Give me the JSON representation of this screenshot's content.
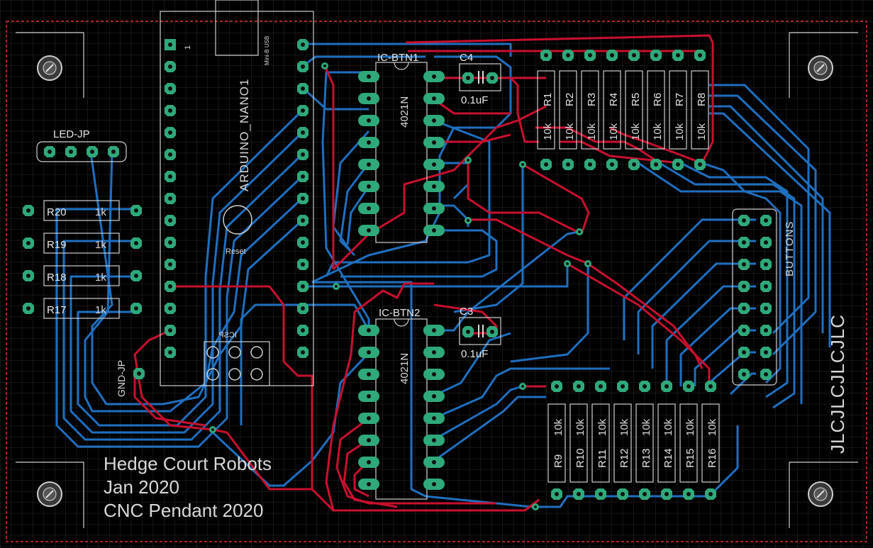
{
  "board_text": {
    "line1": "Hedge Court Robots",
    "line2": "Jan 2020",
    "line3": "CNC Pendant 2020",
    "mirrored": "JLCJLCJLCJLC"
  },
  "parts": {
    "nano": "ARDUINO_NANO1",
    "usb": "Mini-B USB",
    "pin1": "1",
    "reset": "Reset",
    "icsp": "ICSP",
    "ic1": "IC-BTN1",
    "ic2": "IC-BTN2",
    "ic_value": "4021N",
    "c4": "C4",
    "c3": "C3",
    "cap_value": "0.1uF",
    "led_jp": "LED-JP",
    "gnd_jp": "GND-JP",
    "buttons": "BUTTONS"
  },
  "res_top": [
    "R8",
    "R7",
    "R6",
    "R5",
    "R4",
    "R3",
    "R2",
    "R1"
  ],
  "res_bottom": [
    "R9",
    "R10",
    "R11",
    "R12",
    "R13",
    "R14",
    "R15",
    "R16"
  ],
  "res_left": [
    "R20",
    "R19",
    "R18",
    "R17"
  ],
  "res_value": "10k",
  "res_left_value": "1k",
  "colors": {
    "copper_top": "#c8102e",
    "copper_bottom": "#1f6fbf",
    "pad": "#2fa97a",
    "grid": "#2c2c2c",
    "outline": "#d44"
  }
}
